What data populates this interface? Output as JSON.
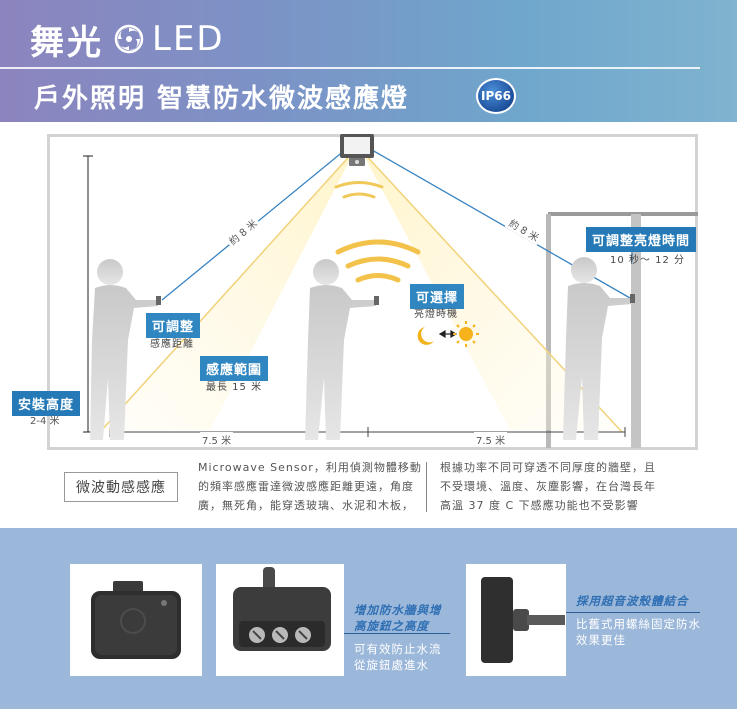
{
  "header": {
    "brand_cjk": "舞光",
    "brand_latin": "LED",
    "subtitle": "戶外照明 智慧防水微波感應燈",
    "badge": "IP66",
    "colors": {
      "band_start": "#8c84be",
      "band_end": "#7fb3cf",
      "text": "#ffffff"
    }
  },
  "scene": {
    "distance_left_diag": "約 8 米",
    "distance_right_diag": "約 8 米",
    "adjustable": {
      "title": "可調整",
      "sub": "感應距離"
    },
    "range": {
      "title": "感應範圍",
      "sub": "最長 15 米"
    },
    "selectable": {
      "title": "可選擇",
      "sub": "亮燈時機"
    },
    "light_time": {
      "title": "可調整亮燈時間",
      "sub": "10 秒～ 12 分"
    },
    "install_height": {
      "title": "安裝高度",
      "sub": "2-4 米"
    },
    "floor_left": "7.5 米",
    "floor_right": "7.5 米",
    "icons": [
      "moon-icon",
      "double-arrow-icon",
      "sun-icon",
      "sensor-lamp-icon"
    ]
  },
  "description": {
    "title": "微波動感感應",
    "col1": [
      "Microwave Sensor，利用偵測物體移動",
      "的頻率感應雷達微波感應距離更遠，角度",
      "廣，無死角，能穿透玻璃、水泥和木板，"
    ],
    "col2": [
      "根據功率不同可穿透不同厚度的牆壁，且",
      "不受環境、溫度、灰塵影響，在台灣長年",
      "高溫 37 度 C 下感應功能也不受影響"
    ]
  },
  "features": {
    "mid_title": [
      "增加防水牆與增",
      "高旋鈕之高度"
    ],
    "mid_desc": [
      "可有效防止水流",
      "從旋鈕處進水"
    ],
    "right_title": "採用超音波殼體結合",
    "right_desc": [
      "比舊式用螺絲固定防水",
      "效果更佳"
    ],
    "colors": {
      "band": "#9bb7d9",
      "title": "#2f6fb4",
      "line": "#2c5e96"
    }
  }
}
